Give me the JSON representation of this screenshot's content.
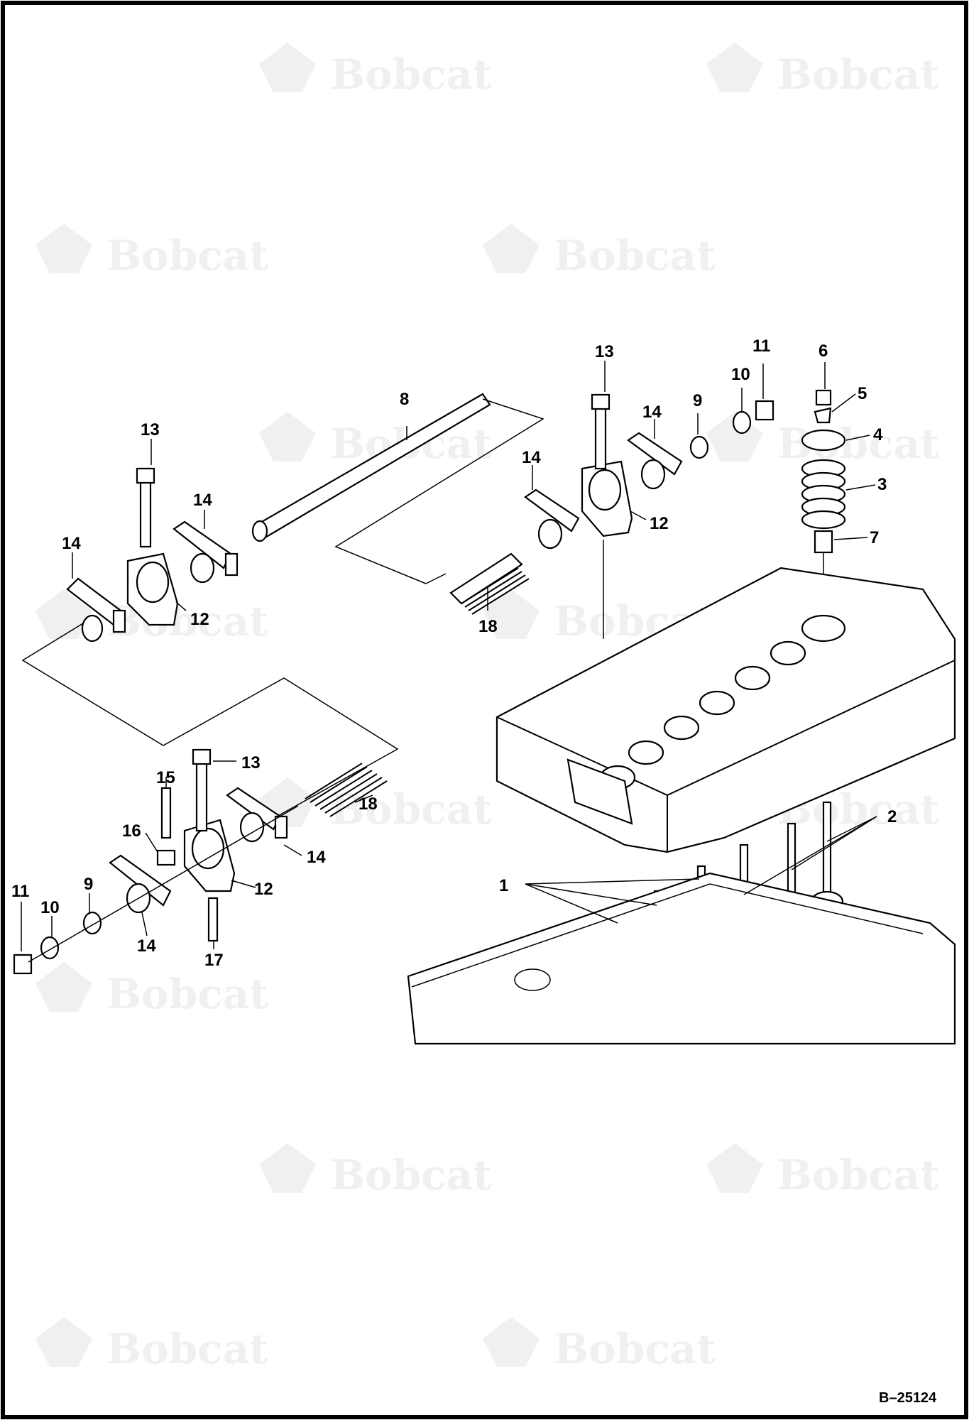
{
  "drawing": {
    "number": "B–25124",
    "watermark_text": "Bobcat"
  },
  "callouts": [
    "1",
    "2",
    "3",
    "4",
    "5",
    "6",
    "7",
    "8",
    "9",
    "10",
    "11",
    "12",
    "13",
    "14",
    "15",
    "16",
    "17",
    "18"
  ],
  "colors": {
    "ink": "#000000",
    "paper": "#ffffff",
    "watermark": "#f0f0f0"
  }
}
